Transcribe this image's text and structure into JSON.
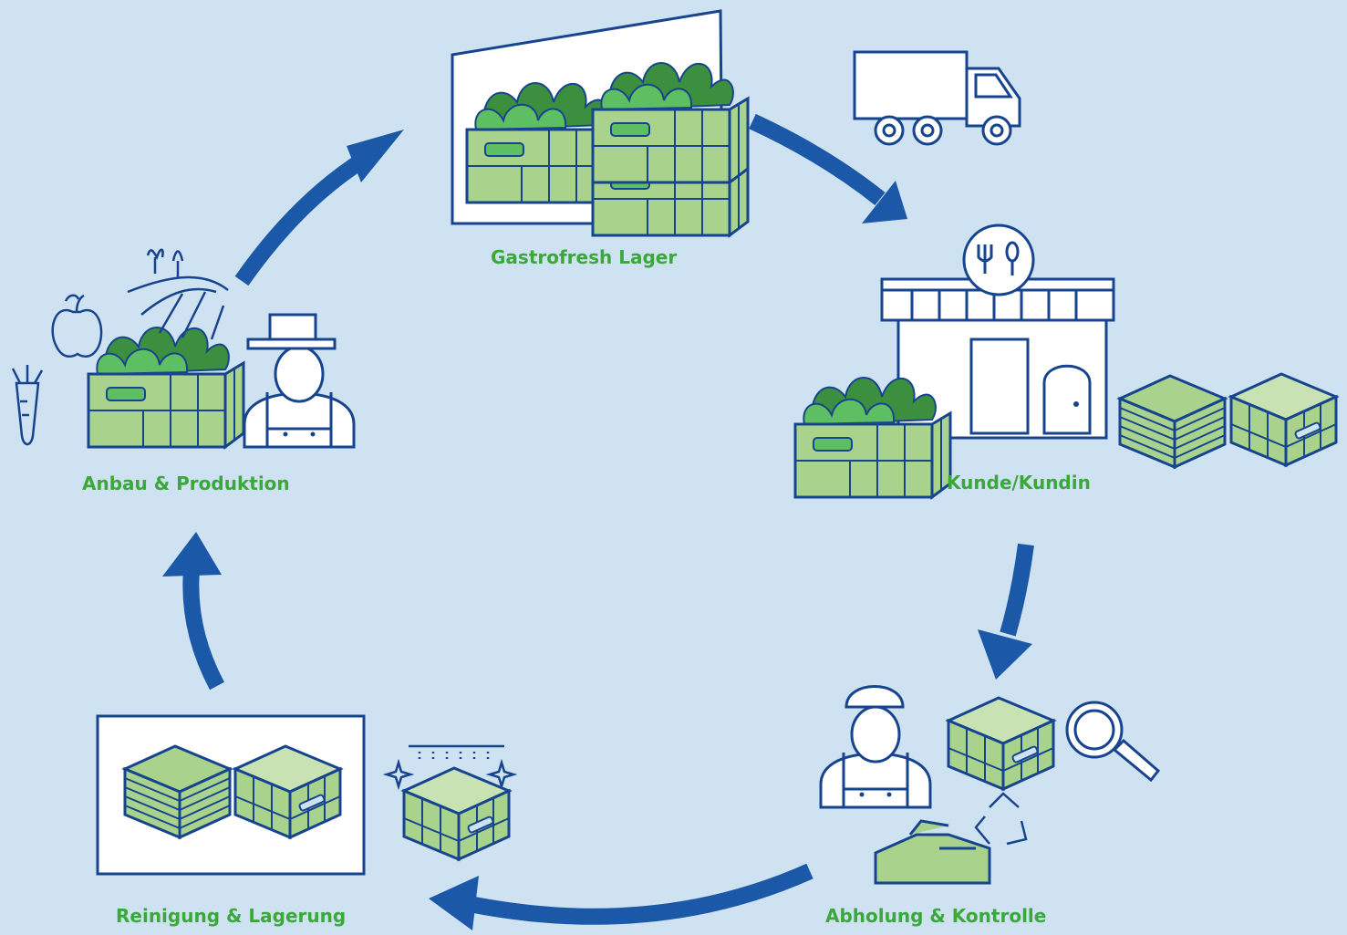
{
  "stages": [
    {
      "id": "lager",
      "label": "Gastrofresh Lager"
    },
    {
      "id": "kunde",
      "label": "Kunde/Kundin"
    },
    {
      "id": "abholung",
      "label": "Abholung & Kontrolle"
    },
    {
      "id": "reinigung",
      "label": "Reinigung & Lagerung"
    },
    {
      "id": "anbau",
      "label": "Anbau & Produktion"
    }
  ],
  "colors": {
    "background": "#cfe2f1",
    "arrow": "#1b59a8",
    "outline": "#17448e",
    "crate": "#a9d38c",
    "leaf_light": "#5dbf61",
    "leaf_dark": "#3c8f3f",
    "label": "#3aa83a"
  }
}
